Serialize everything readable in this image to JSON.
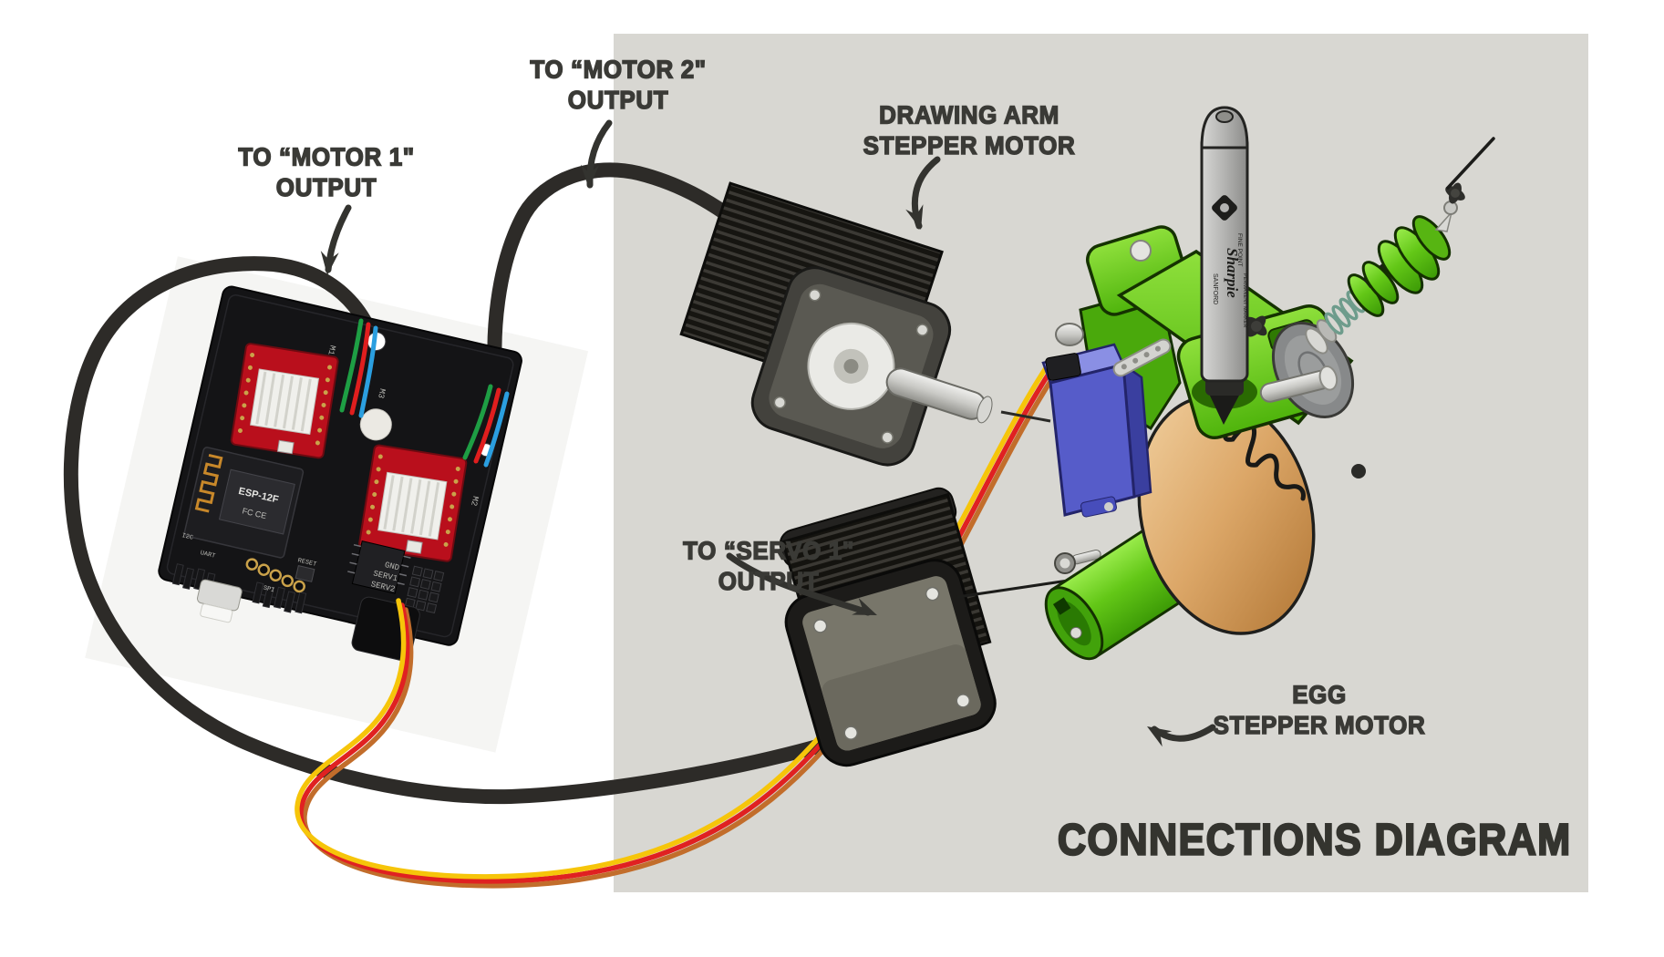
{
  "title": "CONNECTIONS DIAGRAM",
  "labels": {
    "motor1_line1": "TO “MOTOR 1\"",
    "motor1_line2": "OUTPUT",
    "motor2_line1": "TO “MOTOR 2\"",
    "motor2_line2": "OUTPUT",
    "servo1_line1": "TO “SERVO 1\"",
    "servo1_line2": "OUTPUT",
    "arm_motor_line1": "DRAWING ARM",
    "arm_motor_line2": "STEPPER MOTOR",
    "egg_motor_line1": "EGG",
    "egg_motor_line2": "STEPPER MOTOR"
  },
  "board": {
    "module": "ESP-12F",
    "marks": "FC CE",
    "silk": {
      "m1": "M1",
      "m2": "M2",
      "m3": "M3",
      "serv1": "SERV1",
      "serv2": "SERV2",
      "gnd": "GND",
      "reset": "RESET",
      "uart": "UART",
      "i2c": "I2C",
      "spi": "SPI"
    }
  },
  "pen": {
    "brand": "Sharpie",
    "maker": "SANFORD",
    "tip": "FINE POINT",
    "kind": "PERMANENT MARKER"
  },
  "colors": {
    "panel": "#d8d7d2",
    "cable": "#2d2b28",
    "label_ink": "#3a3a36",
    "wire_yellow": "#f6c50a",
    "wire_red": "#e02121",
    "wire_orange": "#c26d2b",
    "stub_green": "#1e9e44",
    "stub_red": "#e01e1e",
    "stub_blue": "#2b9fe0",
    "plastic_green": "#69cc1f",
    "servo_blue": "#565cc9",
    "driver_red": "#b90f1c",
    "egg": "#d8a05c"
  }
}
